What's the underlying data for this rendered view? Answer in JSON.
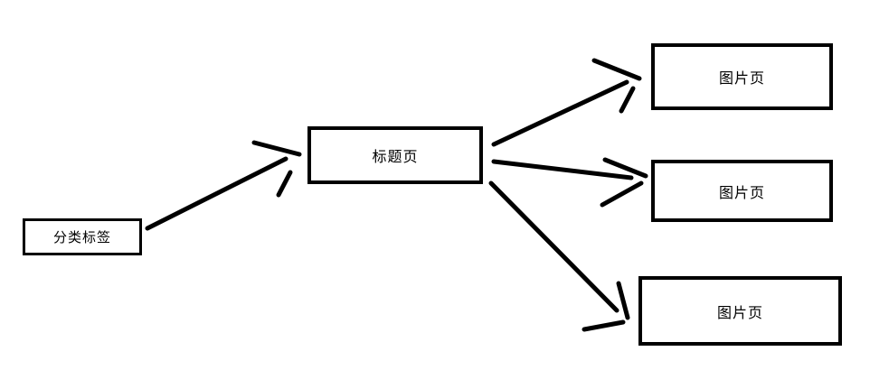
{
  "diagram": {
    "nodes": {
      "category": {
        "label": "分类标签"
      },
      "title": {
        "label": "标题页"
      },
      "image_top": {
        "label": "图片页"
      },
      "image_middle": {
        "label": "图片页"
      },
      "image_bottom": {
        "label": "图片页"
      }
    },
    "colors": {
      "line": "#000000",
      "background": "#ffffff"
    }
  }
}
